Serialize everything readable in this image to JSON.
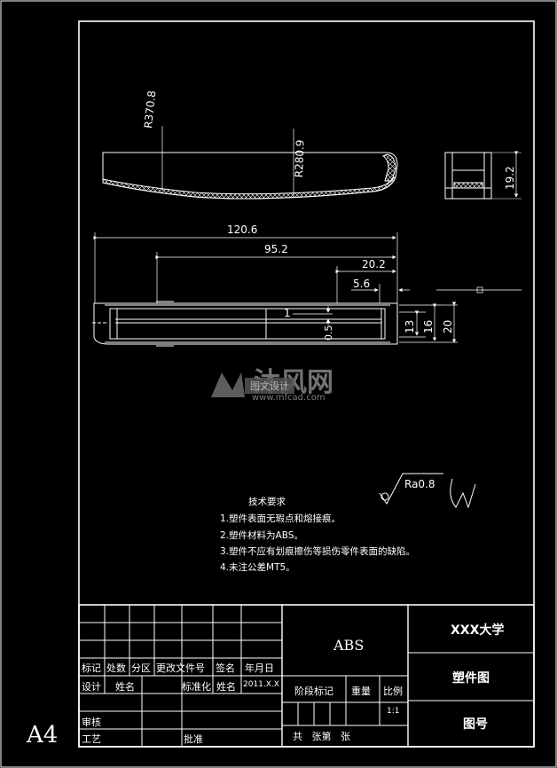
{
  "sheet": {
    "paper_size": "A4"
  },
  "drawing": {
    "radius_left": "R370.8",
    "radius_right": "R280.9",
    "dim_overall_length": "120.6",
    "dim_length_2": "95.2",
    "dim_length_3": "20.2",
    "dim_length_4": "5.6",
    "dim_rib": "1",
    "dim_half": "0.5",
    "dim_h1": "13",
    "dim_h2": "16",
    "dim_h3": "20",
    "dim_side_height": "19.2",
    "roughness": "Ra0.8"
  },
  "watermark": {
    "brand": "沐风网",
    "tagline": "图文设计",
    "url": "www.mfcad.com"
  },
  "tech_requirements": {
    "title": "技术要求",
    "items": [
      "1.塑件表面无瑕点和熔接痕。",
      "2.塑件材料为ABS。",
      "3.塑件不应有划痕擦伤等损伤零件表面的缺陷。",
      "4.未注公差MT5。"
    ]
  },
  "title_block": {
    "material": "ABS",
    "school": "XXX大学",
    "drawing_name": "塑件图",
    "drawing_no_label": "图号",
    "headers": [
      "标记",
      "处数",
      "分区",
      "更改文件号",
      "签名",
      "年月日"
    ],
    "design_label": "设计",
    "name_label": "姓名",
    "standardize_label": "标准化",
    "name_label_2": "姓名",
    "date_value": "2011.X.X",
    "stage_mark_label": "阶段标记",
    "weight_label": "重量",
    "scale_label": "比例",
    "scale_value": "1:1",
    "review_label": "审核",
    "process_label": "工艺",
    "approve_label": "批准",
    "sheets_text": "共   张第   张"
  }
}
